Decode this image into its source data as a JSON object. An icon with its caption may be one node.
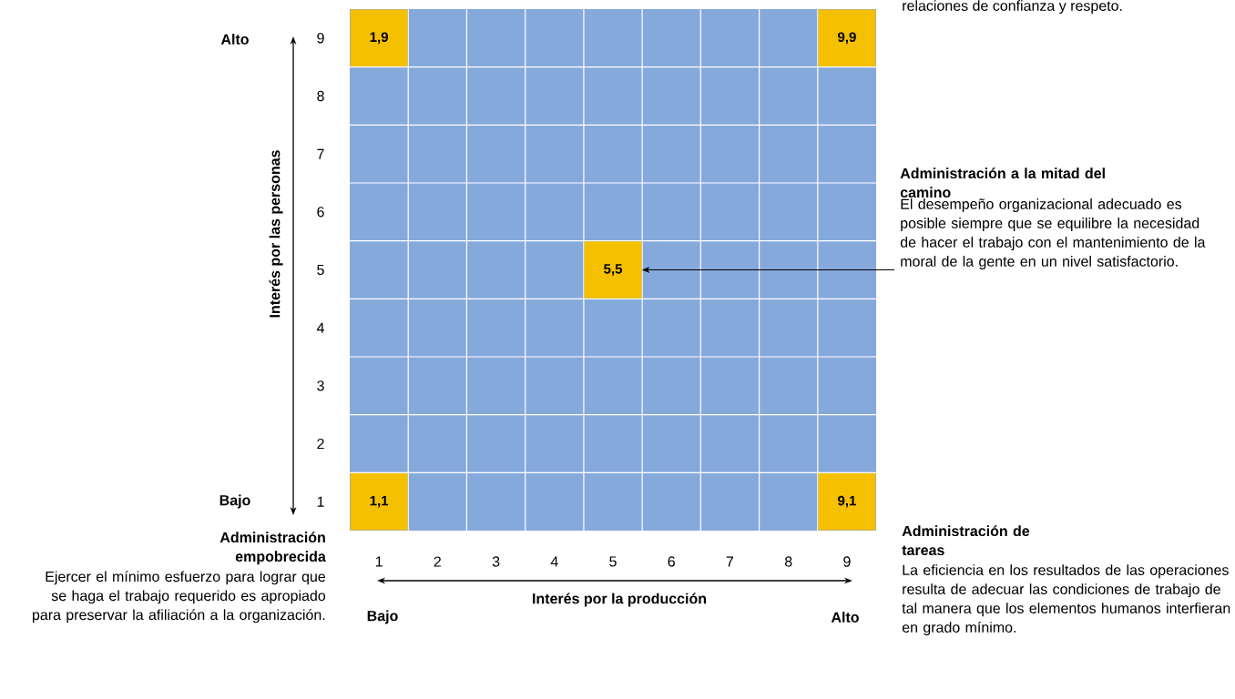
{
  "diagram": {
    "nodes": [
      {
        "text": [
          "1,9"
        ]
      },
      {
        "text": [
          "9,9"
        ]
      },
      {
        "text": [
          "Administración a la mitad del camino",
          "El desempeño organizacional adecuado es posible siempre que se equilibre la necesidad de hacer el trabajo con el mantenimiento de la moral de la gente en un nivel satisfactorio."
        ]
      },
      {
        "text": [
          "5,5"
        ]
      },
      {
        "text": [
          "1,1"
        ]
      },
      {
        "text": [
          "9,1"
        ]
      }
    ],
    "edges": [
      {
        "from": 2,
        "to": 3,
        "arrow": "to"
      }
    ],
    "labels": [
      "relaciones de confianza y respeto.",
      "Alto",
      "9",
      "8",
      "7",
      "6",
      "5",
      "4",
      "3",
      "2",
      "Interés por las personas",
      "Bajo",
      "1",
      "Administración empobrecida",
      "Ejercer el mínimo esfuerzo para lograr que se haga el trabajo requerido es apropiado para preservar la afiliación a la organización.",
      "1",
      "2",
      "3",
      "4",
      "5",
      "6",
      "7",
      "8",
      "9",
      "Interés por la producción",
      "Bajo",
      "Alto",
      "Administración de tareas",
      "La eficiencia en los resultados de las operaciones resulta de adecuar las condiciones de trabajo de tal manera que los elementos humanos interfieran en grado mínimo."
    ]
  }
}
